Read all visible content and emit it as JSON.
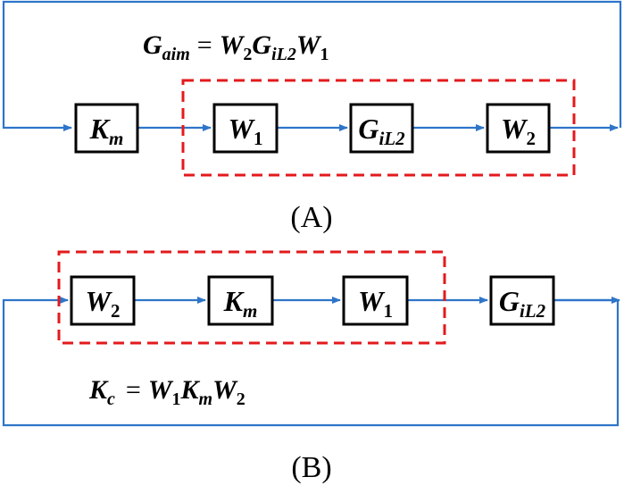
{
  "panel_a": {
    "caption": "(A)",
    "equation": {
      "lhs": "G",
      "lhs_sub": "aim",
      "op": "=",
      "t1": "W",
      "t1_sub": "2",
      "t2": "G",
      "t2_sub": "iL2",
      "t3": "W",
      "t3_sub": "1"
    },
    "blocks": [
      {
        "main": "K",
        "sub": "m"
      },
      {
        "main": "W",
        "sub": "1"
      },
      {
        "main": "G",
        "sub": "iL2"
      },
      {
        "main": "W",
        "sub": "2"
      }
    ]
  },
  "panel_b": {
    "caption": "(B)",
    "equation": {
      "lhs": "K",
      "lhs_sub": "c",
      "op": "=",
      "t1": "W",
      "t1_sub": "1",
      "t2": "K",
      "t2_sub": "m",
      "t3": "W",
      "t3_sub": "2"
    },
    "blocks": [
      {
        "main": "W",
        "sub": "2"
      },
      {
        "main": "K",
        "sub": "m"
      },
      {
        "main": "W",
        "sub": "1"
      },
      {
        "main": "G",
        "sub": "iL2"
      }
    ]
  },
  "colors": {
    "signal_line": "#2e75c9",
    "highlight_box": "#e31a1c",
    "block_border": "#000000"
  }
}
